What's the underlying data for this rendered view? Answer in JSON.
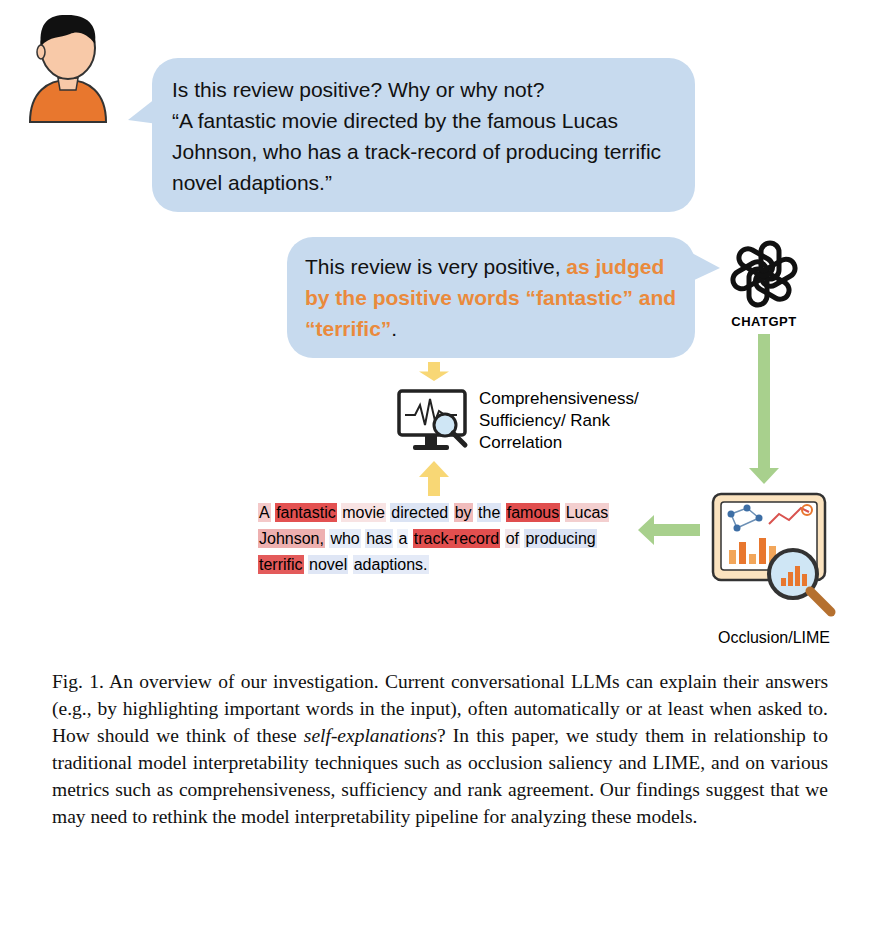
{
  "diagram": {
    "caption": "Fig. 1. An overview of our investigation. Current conversational LLMs can explain their answers (e.g., by highlighting important words in the input), often automatically or at least when asked to. How should we think of these self-explanations? In this paper, we study them in relationship to traditional model interpretability techniques such as occlusion saliency and LIME, and on various metrics such as comprehensiveness, sufficiency and rank agreement. Our findings suggest that we may need to rethink the model interpretability pipeline for analyzing these models.",
    "nodes": [
      {
        "text": [
          "Is this review positive? Why or why not?",
          "“A fantastic movie directed by the famous Lucas Johnson, who has a track-record of producing terrific novel adaptions.”"
        ]
      },
      {
        "text": [
          "This review is very positive,",
          "as judged by the positive words “fantastic” and “terrific”",
          "."
        ]
      },
      {
        "text": [
          "CHATGPT"
        ]
      },
      {
        "text": [
          "Comprehensiveness/ Sufficiency/ Rank Correlation"
        ]
      },
      {
        "text": [
          "A fantastic movie directed by the famous Lucas Johnson, who has a track-record of producing terrific novel adaptions."
        ]
      },
      {
        "text": [
          "Occlusion/LIME"
        ]
      }
    ],
    "edges": [
      {
        "from": 2,
        "to": 5,
        "arrow": "to"
      },
      {
        "from": 5,
        "to": 4,
        "arrow": "to"
      },
      {
        "from": 1,
        "to": 3,
        "arrow": "to"
      },
      {
        "from": 4,
        "to": 3,
        "arrow": "to"
      }
    ]
  }
}
